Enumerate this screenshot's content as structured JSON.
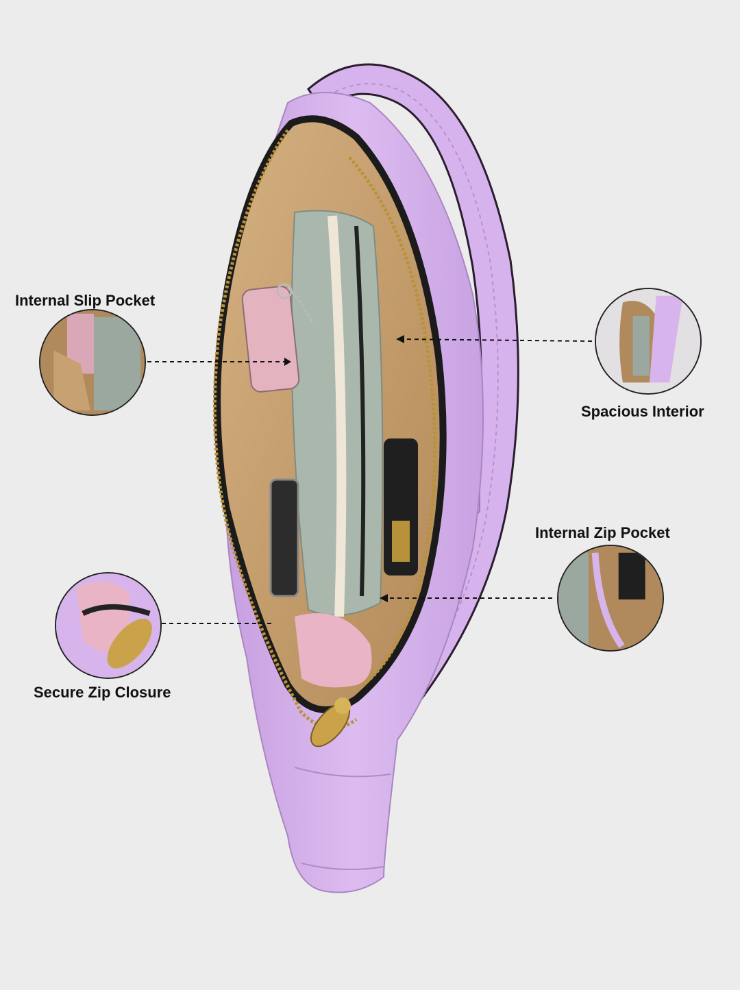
{
  "callouts": {
    "slip_pocket": "Internal Slip Pocket",
    "spacious": "Spacious Interior",
    "zip_pocket": "Internal Zip Pocket",
    "zip_closure": "Secure Zip Closure"
  },
  "colors": {
    "background": "#ececec",
    "bag": "#d8b4ec",
    "lining": "#c29a68",
    "pouch": "#a9b7ad",
    "zipper": "#b8923a"
  }
}
